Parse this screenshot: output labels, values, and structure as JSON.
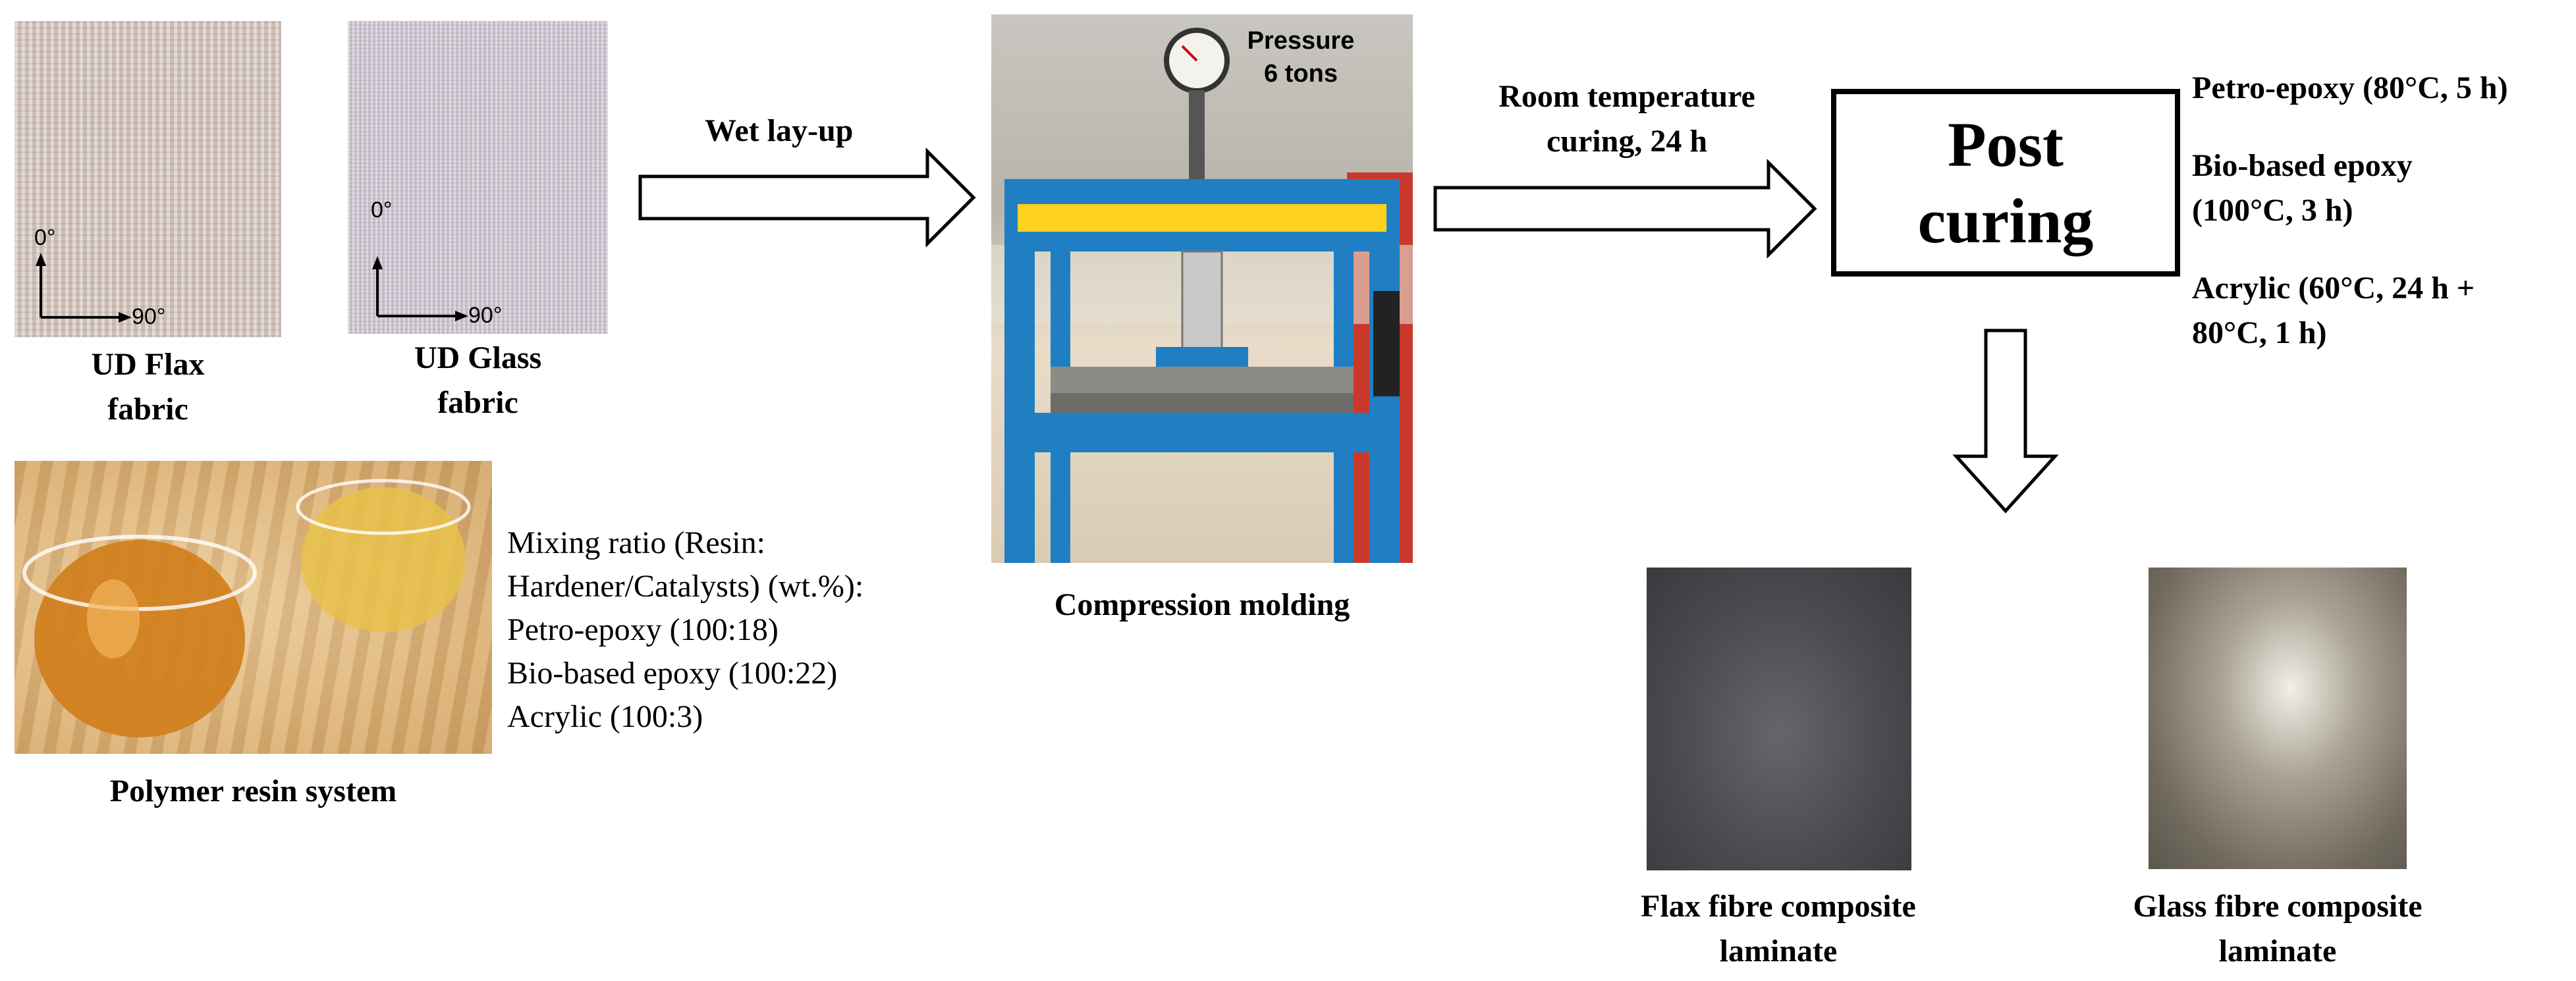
{
  "materials": {
    "flax_label": "UD Flax fabric",
    "glass_label": "UD Glass fabric",
    "axis_zero": "0°",
    "axis_ninety": "90°"
  },
  "resin": {
    "caption": "Polymer resin system",
    "mixing_lines": [
      "Mixing ratio (Resin:",
      "Hardener/Catalysts) (wt.%):",
      "Petro-epoxy (100:18)",
      "Bio-based epoxy (100:22)",
      "Acrylic (100:3)"
    ]
  },
  "process": {
    "step1_label": "Wet lay-up",
    "press_caption": "Compression molding",
    "pressure_lines": [
      "Pressure",
      "6 tons"
    ],
    "step2_lines": [
      "Room temperature",
      "curing, 24 h"
    ],
    "post_curing_lines": [
      "Post",
      "curing"
    ],
    "post_conditions": [
      "Petro-epoxy (80°C, 5 h)",
      "Bio-based epoxy",
      "(100°C, 3 h)",
      "Acrylic (60°C, 24 h +",
      "80°C, 1 h)"
    ]
  },
  "results": {
    "flax_lines": [
      "Flax fibre composite",
      "laminate"
    ],
    "glass_lines": [
      "Glass fibre composite",
      "laminate"
    ]
  }
}
